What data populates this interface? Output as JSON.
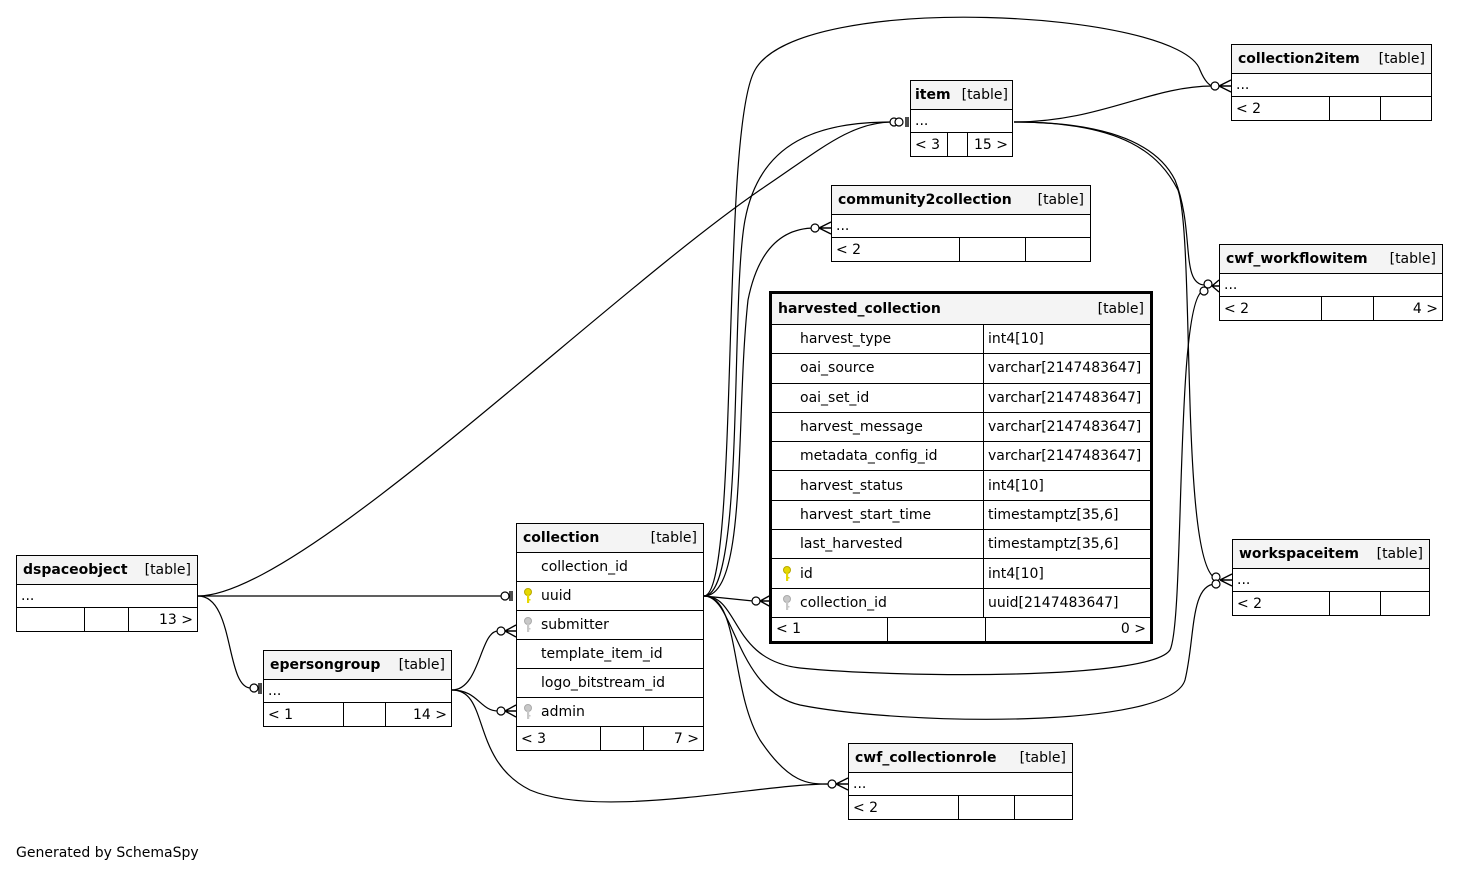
{
  "diagram": {
    "footer": "Generated by SchemaSpy",
    "type_label": "[table]",
    "tables": {
      "dspaceobject": {
        "name": "dspaceobject",
        "columns": [
          {
            "name": "..."
          }
        ],
        "footer": [
          "",
          "",
          "13 >"
        ]
      },
      "epersongroup": {
        "name": "epersongroup",
        "columns": [
          {
            "name": "..."
          }
        ],
        "footer": [
          "< 1",
          "",
          "14 >"
        ]
      },
      "collection": {
        "name": "collection",
        "columns": [
          {
            "name": "collection_id",
            "key": "none"
          },
          {
            "name": "uuid",
            "key": "primary"
          },
          {
            "name": "submitter",
            "key": "foreign"
          },
          {
            "name": "template_item_id",
            "key": "none"
          },
          {
            "name": "logo_bitstream_id",
            "key": "none"
          },
          {
            "name": "admin",
            "key": "foreign"
          }
        ],
        "footer": [
          "< 3",
          "",
          "7 >"
        ]
      },
      "item": {
        "name": "item",
        "columns": [
          {
            "name": "..."
          }
        ],
        "footer": [
          "< 3",
          "",
          "15 >"
        ]
      },
      "collection2item": {
        "name": "collection2item",
        "columns": [
          {
            "name": "..."
          }
        ],
        "footer": [
          "< 2",
          "",
          ""
        ]
      },
      "community2collection": {
        "name": "community2collection",
        "columns": [
          {
            "name": "..."
          }
        ],
        "footer": [
          "< 2",
          "",
          ""
        ]
      },
      "harvested_collection": {
        "name": "harvested_collection",
        "columns": [
          {
            "name": "harvest_type",
            "type": "int4[10]",
            "key": "none"
          },
          {
            "name": "oai_source",
            "type": "varchar[2147483647]",
            "key": "none"
          },
          {
            "name": "oai_set_id",
            "type": "varchar[2147483647]",
            "key": "none"
          },
          {
            "name": "harvest_message",
            "type": "varchar[2147483647]",
            "key": "none"
          },
          {
            "name": "metadata_config_id",
            "type": "varchar[2147483647]",
            "key": "none"
          },
          {
            "name": "harvest_status",
            "type": "int4[10]",
            "key": "none"
          },
          {
            "name": "harvest_start_time",
            "type": "timestamptz[35,6]",
            "key": "none"
          },
          {
            "name": "last_harvested",
            "type": "timestamptz[35,6]",
            "key": "none"
          },
          {
            "name": "id",
            "type": "int4[10]",
            "key": "primary"
          },
          {
            "name": "collection_id",
            "type": "uuid[2147483647]",
            "key": "foreign"
          }
        ],
        "footer": [
          "< 1",
          "",
          "0 >"
        ]
      },
      "cwf_workflowitem": {
        "name": "cwf_workflowitem",
        "columns": [
          {
            "name": "..."
          }
        ],
        "footer": [
          "< 2",
          "",
          "4 >"
        ]
      },
      "workspaceitem": {
        "name": "workspaceitem",
        "columns": [
          {
            "name": "..."
          }
        ],
        "footer": [
          "< 2",
          "",
          ""
        ]
      },
      "cwf_collectionrole": {
        "name": "cwf_collectionrole",
        "columns": [
          {
            "name": "..."
          }
        ],
        "footer": [
          "< 2",
          "",
          ""
        ]
      }
    },
    "relationships": [
      {
        "from": "dspaceobject",
        "to": "item",
        "cardinality": "one-to-zero-or-one"
      },
      {
        "from": "dspaceobject",
        "to": "collection.uuid",
        "cardinality": "one-to-zero-or-one"
      },
      {
        "from": "dspaceobject",
        "to": "epersongroup",
        "cardinality": "one-to-zero-or-one"
      },
      {
        "from": "epersongroup",
        "to": "collection.submitter",
        "cardinality": "one-to-zero-or-many"
      },
      {
        "from": "epersongroup",
        "to": "collection.admin",
        "cardinality": "one-to-zero-or-many"
      },
      {
        "from": "epersongroup",
        "to": "cwf_collectionrole",
        "cardinality": "one-to-zero-or-many"
      },
      {
        "from": "collection.uuid",
        "to": "item",
        "cardinality": "one-to-zero-or-many"
      },
      {
        "from": "collection.uuid",
        "to": "collection2item",
        "cardinality": "one-to-zero-or-many"
      },
      {
        "from": "collection.uuid",
        "to": "community2collection",
        "cardinality": "one-to-zero-or-many"
      },
      {
        "from": "collection.uuid",
        "to": "harvested_collection.collection_id",
        "cardinality": "one-to-zero-or-many"
      },
      {
        "from": "collection.uuid",
        "to": "cwf_workflowitem",
        "cardinality": "one-to-zero-or-many"
      },
      {
        "from": "collection.uuid",
        "to": "workspaceitem",
        "cardinality": "one-to-zero-or-many"
      },
      {
        "from": "collection.uuid",
        "to": "cwf_collectionrole",
        "cardinality": "one-to-zero-or-many"
      },
      {
        "from": "item",
        "to": "collection2item",
        "cardinality": "one-to-zero-or-many"
      },
      {
        "from": "item",
        "to": "cwf_workflowitem",
        "cardinality": "one-to-zero-or-many"
      },
      {
        "from": "item",
        "to": "workspaceitem",
        "cardinality": "one-to-zero-or-many"
      }
    ]
  }
}
